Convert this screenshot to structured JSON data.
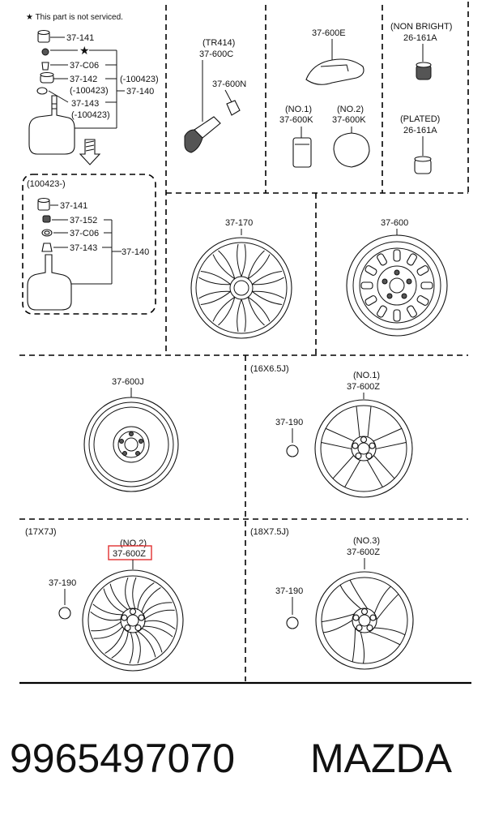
{
  "note": "★ This part is not serviced.",
  "valve_panel": {
    "rows": [
      {
        "label": "37-141"
      },
      {
        "label": "★"
      },
      {
        "label": "37-C06"
      },
      {
        "label": "37-142"
      },
      {
        "label": "(-100423)"
      },
      {
        "label": "37-143"
      },
      {
        "label": "(-100423)"
      }
    ],
    "assy_label": "37-140",
    "assy_date": "(-100423)"
  },
  "valve_panel_new": {
    "date": "(100423-)",
    "rows": [
      {
        "label": "37-141"
      },
      {
        "label": "37-152"
      },
      {
        "label": "37-C06"
      },
      {
        "label": "37-143"
      }
    ],
    "assy_label": "37-140"
  },
  "valve_stem": {
    "spec": "(TR414)",
    "label": "37-600C",
    "cap_label": "37-600N"
  },
  "repair_kit": {
    "label": "37-600E",
    "k1_no": "(NO.1)",
    "k1_label": "37-600K",
    "k2_no": "(NO.2)",
    "k2_label": "37-600K"
  },
  "nuts": {
    "bright_desc": "(NON BRIGHT)",
    "bright_label": "26-161A",
    "plated_desc": "(PLATED)",
    "plated_label": "26-161A"
  },
  "wheel_cover": {
    "label": "37-170"
  },
  "steel_wheel": {
    "label": "37-600"
  },
  "spare_wheel": {
    "label": "37-600J"
  },
  "alloy_16": {
    "size": "(16X6.5J)",
    "no": "(NO.1)",
    "label": "37-600Z",
    "ornament": "37-190"
  },
  "alloy_17": {
    "size": "(17X7J)",
    "no": "(NO.2)",
    "label": "37-600Z",
    "ornament": "37-190"
  },
  "alloy_18": {
    "size": "(18X7.5J)",
    "no": "(NO.3)",
    "label": "37-600Z",
    "ornament": "37-190"
  },
  "footer": {
    "part_number": "9965497070",
    "brand": "MAZDA"
  },
  "colors": {
    "highlight": "#e03030",
    "line": "#111111"
  }
}
